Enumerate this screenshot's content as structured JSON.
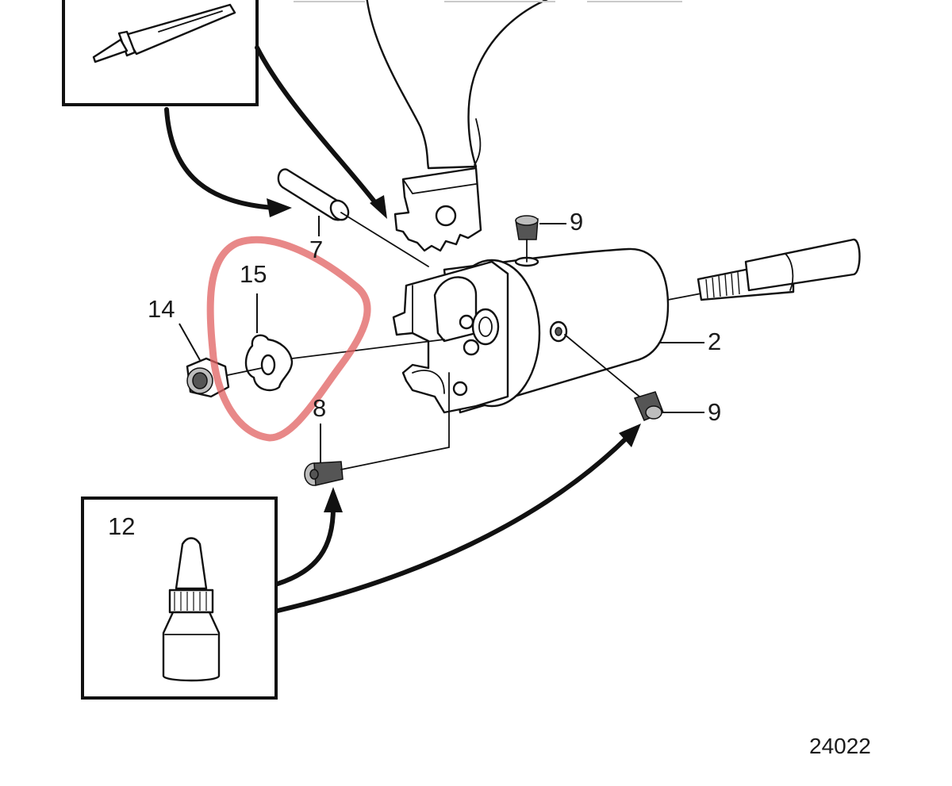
{
  "diagram": {
    "figure_number": "24022",
    "callouts": {
      "part_2": "2",
      "part_7": "7",
      "part_8": "8",
      "part_9_top": "9",
      "part_9_right": "9",
      "part_12": "12",
      "part_14": "14",
      "part_15": "15"
    },
    "highlight_color": "#e06060",
    "line_color": "#111111"
  }
}
